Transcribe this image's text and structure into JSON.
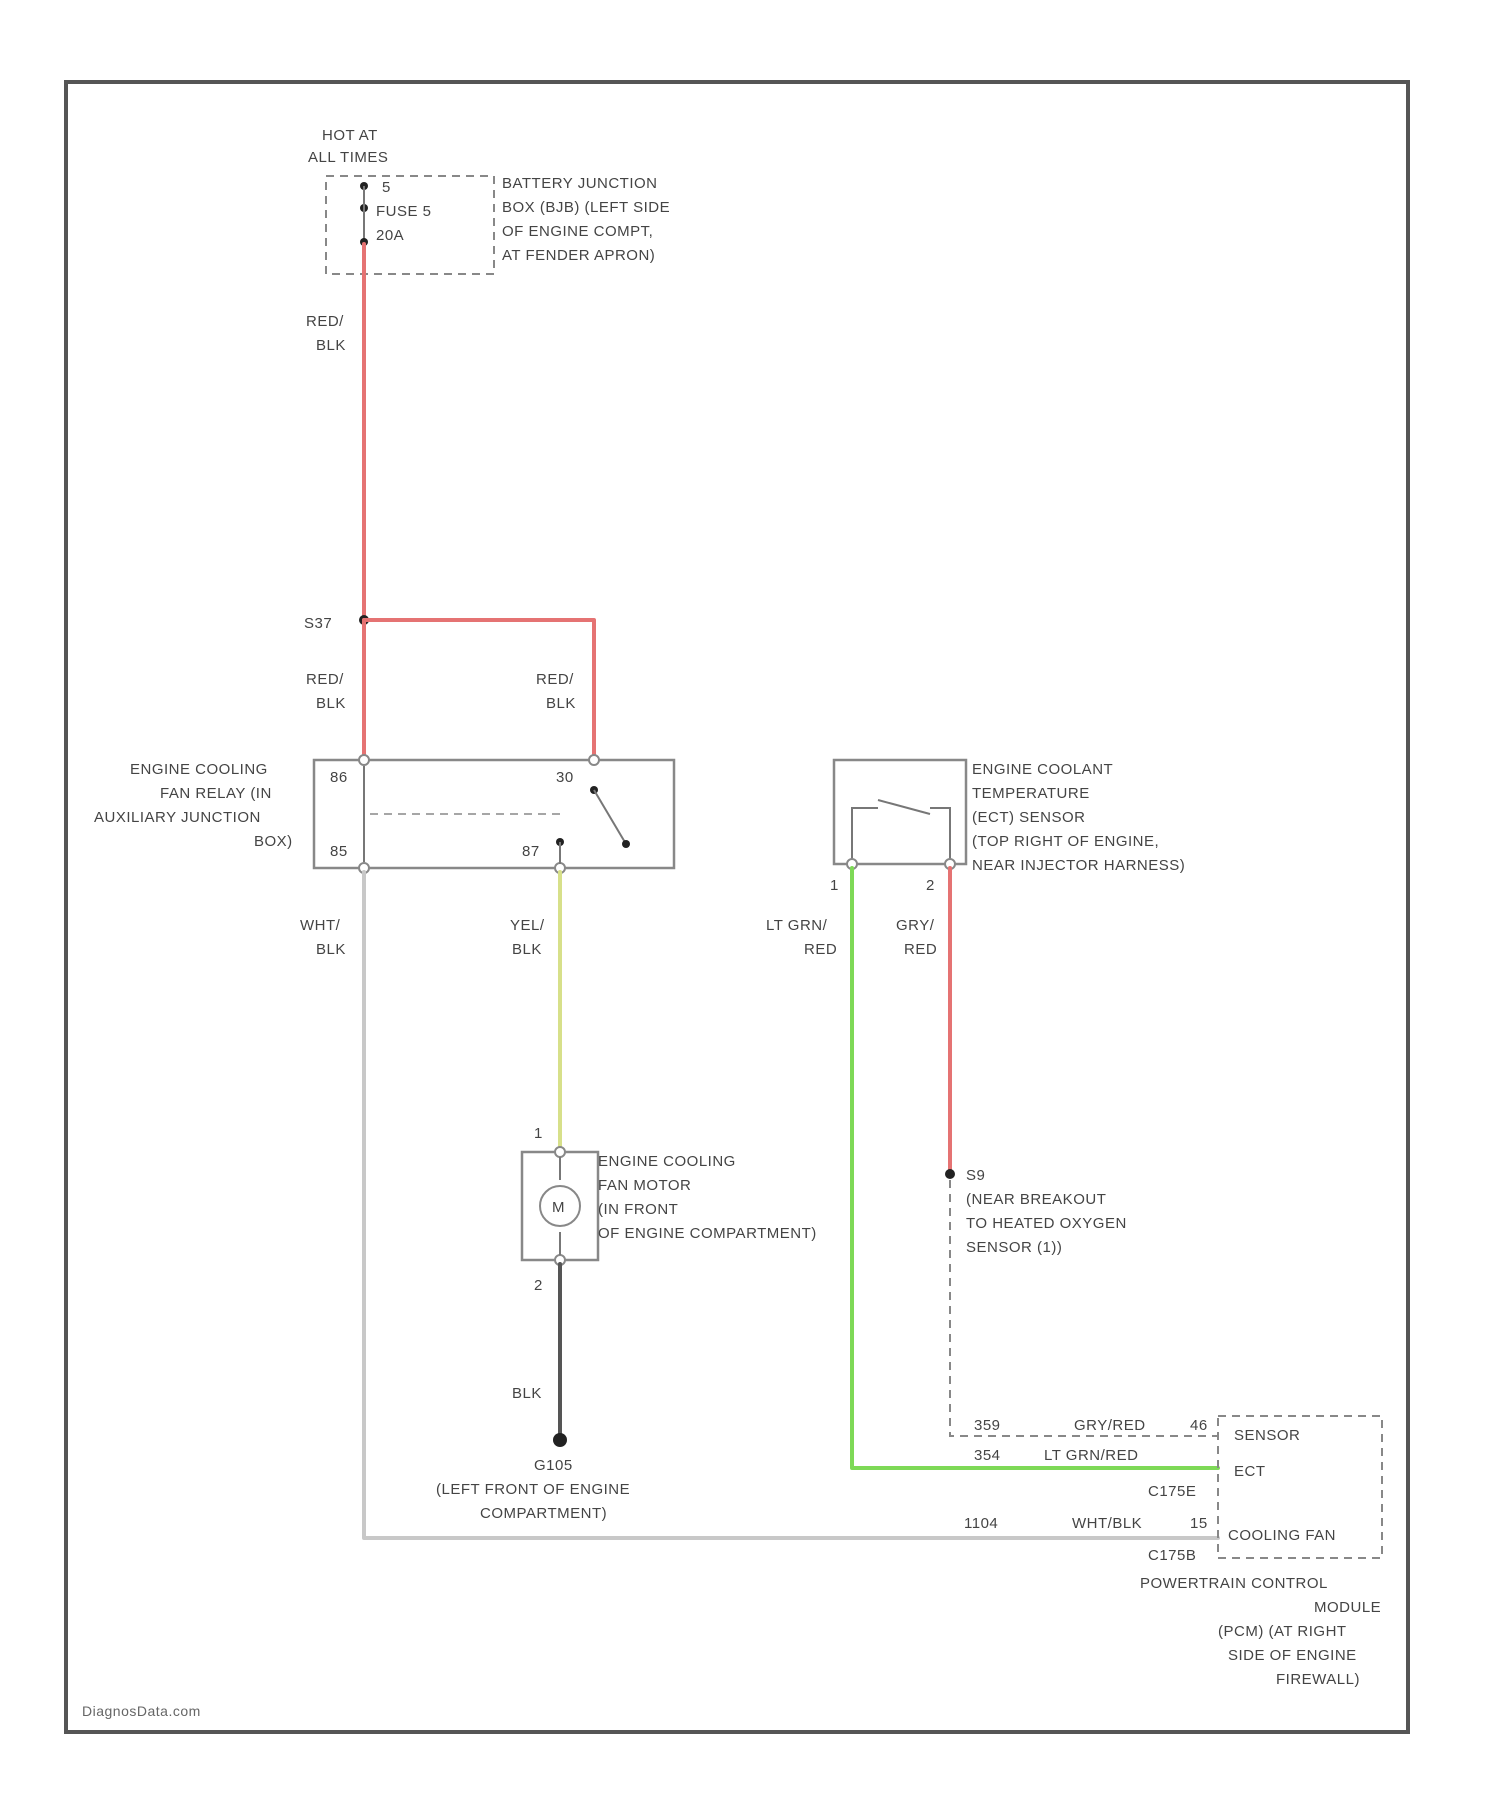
{
  "colors": {
    "red_wire": "#e57373",
    "yellow_wire": "#d7e08a",
    "green_wire": "#7ed957",
    "gray_wire": "#c8c8c8",
    "black_wire": "#555555"
  },
  "power": {
    "hot_label_1": "HOT AT",
    "hot_label_2": "ALL TIMES",
    "fuse_pin_top": "5",
    "fuse_name": "FUSE 5",
    "fuse_rating": "20A",
    "junction_box_lines": [
      "BATTERY JUNCTION",
      "BOX (BJB) (LEFT SIDE",
      "OF ENGINE COMPT,",
      "AT FENDER APRON)"
    ]
  },
  "wires": {
    "fuse_to_splice": [
      "RED/",
      "BLK"
    ],
    "splice_to_relay_left": [
      "RED/",
      "BLK"
    ],
    "splice_to_relay_right": [
      "RED/",
      "BLK"
    ],
    "relay_to_pcm": [
      "WHT/",
      "BLK"
    ],
    "relay_to_motor": [
      "YEL/",
      "BLK"
    ],
    "sensor_pin1": [
      "LT GRN/",
      "RED"
    ],
    "sensor_pin2": [
      "GRY/",
      "RED"
    ],
    "motor_to_ground": "BLK"
  },
  "splice": {
    "label": "S37"
  },
  "relay": {
    "lines": [
      "ENGINE COOLING",
      "FAN RELAY (IN",
      "AUXILIARY JUNCTION",
      "BOX)"
    ],
    "pin_tl": "86",
    "pin_bl": "85",
    "pin_tr": "30",
    "pin_br": "87"
  },
  "sensor": {
    "lines": [
      "ENGINE COOLANT",
      "TEMPERATURE",
      "(ECT) SENSOR",
      "(TOP RIGHT OF ENGINE,",
      "NEAR INJECTOR HARNESS)"
    ],
    "pin1": "1",
    "pin2": "2"
  },
  "motor": {
    "lines": [
      "ENGINE COOLING",
      "FAN MOTOR",
      "(IN FRONT",
      "OF ENGINE COMPARTMENT)"
    ],
    "symbol": "M",
    "pin1": "1",
    "pin2": "2"
  },
  "ground": {
    "label": "G105",
    "lines": [
      "(LEFT FRONT OF ENGINE",
      "COMPARTMENT)"
    ]
  },
  "breakout": {
    "label": "S9",
    "lines": [
      "(NEAR BREAKOUT",
      "TO HEATED OXYGEN",
      "SENSOR (1))"
    ]
  },
  "pcm": {
    "rows": [
      {
        "circuit": "359",
        "wire": "GRY/RED",
        "pin": "46",
        "desc": "SENSOR"
      },
      {
        "circuit": "354",
        "wire": "LT GRN/RED",
        "pin": "",
        "desc": "ECT"
      },
      {
        "circuit": "1104",
        "wire": "WHT/BLK",
        "pin": "15",
        "desc": "COOLING FAN"
      }
    ],
    "connector_1": "C175E",
    "connector_2": "C175B",
    "lines": [
      "POWERTRAIN CONTROL",
      "MODULE",
      "(PCM) (AT RIGHT",
      "SIDE OF ENGINE",
      "FIREWALL)"
    ]
  },
  "watermark": "DiagnosData.com"
}
